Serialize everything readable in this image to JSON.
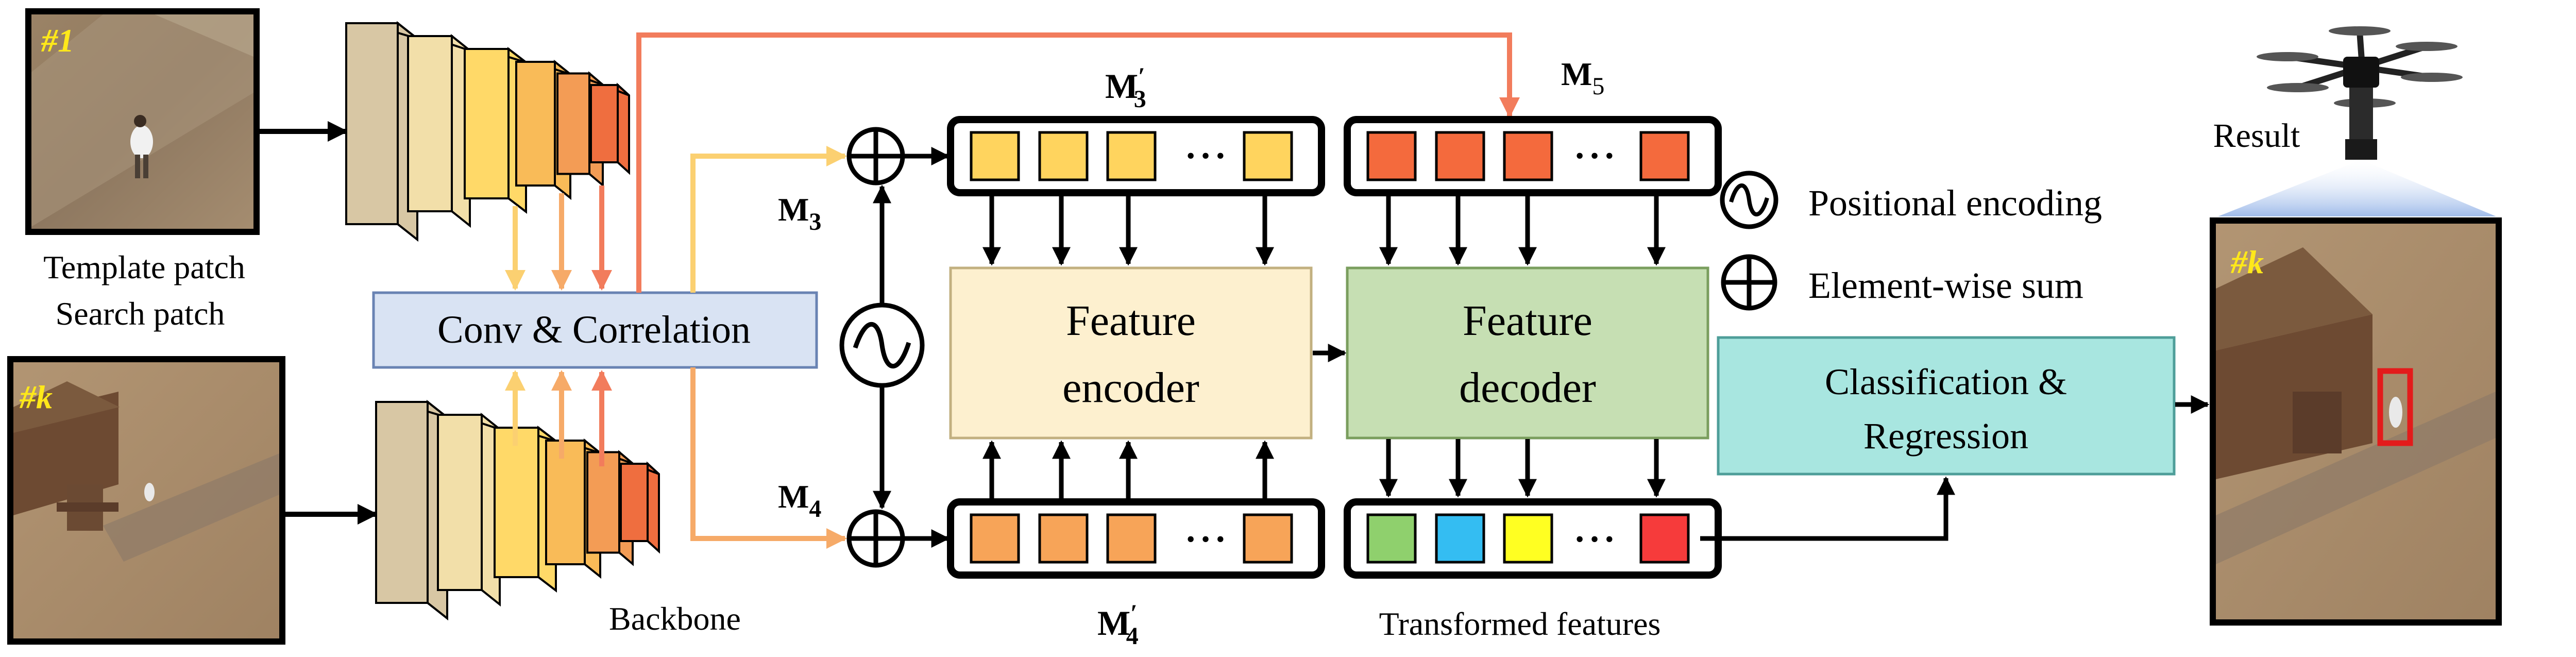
{
  "labels": {
    "template_patch": "Template patch",
    "search_patch": "Search patch",
    "template_tag": "#1",
    "search_tag": "#k",
    "result_tag": "#k",
    "conv_correlation": "Conv & Correlation",
    "backbone": "Backbone",
    "m3": "M",
    "m3_sub": "3",
    "m4": "M",
    "m4_sub": "4",
    "m5": "M",
    "m5_sub": "5",
    "m3_prime": "M",
    "m3_prime_sub": "3",
    "m4_prime": "M",
    "m4_prime_sub": "4",
    "prime_mark": "′",
    "feature_encoder_line1": "Feature",
    "feature_encoder_line2": "encoder",
    "feature_decoder_line1": "Feature",
    "feature_decoder_line2": "decoder",
    "classification_line1": "Classification &",
    "classification_line2": "Regression",
    "transformed_features": "Transformed features",
    "result": "Result",
    "positional_encoding": "Positional encoding",
    "element_wise_sum": "Element-wise sum",
    "ellipsis": "• • •"
  },
  "colors": {
    "conv_box": "#d9e3f3",
    "encoder_box": "#fdf0cf",
    "decoder_box": "#c6dfb3",
    "classification_box": "#a8e6e0",
    "token_m3": "#ffd45e",
    "token_m4": "#f7a458",
    "token_m5": "#f46a3d",
    "arrow_m3": "#fbd071",
    "arrow_m4": "#f6aa68",
    "arrow_m5": "#f27c5c",
    "layer_colors": [
      "#d8c7a4",
      "#f2dfa9",
      "#ffd968",
      "#f9bb58",
      "#f39c55",
      "#ef6e3f"
    ],
    "transformed_tokens": [
      "#8fd06d",
      "#34bdf2",
      "#ffff22",
      "#f63b3b"
    ],
    "result_box": "#e31b1b",
    "tag_color": "#ffe81a"
  }
}
